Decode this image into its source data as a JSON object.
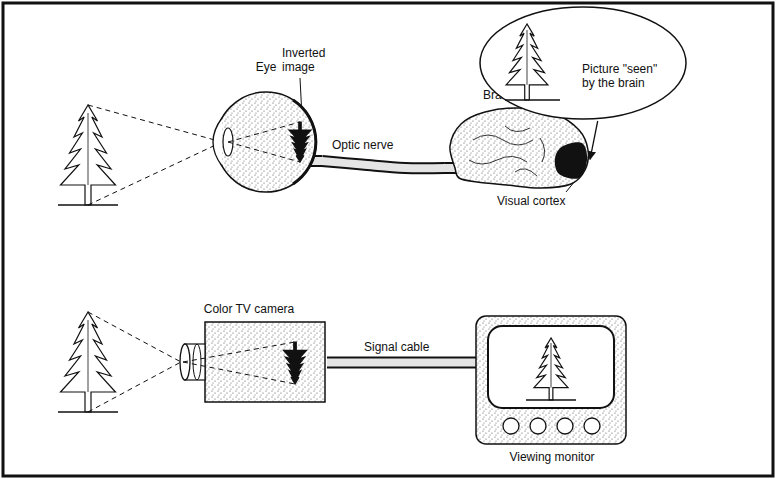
{
  "diagram": {
    "nodes": [
      {
        "text": [
          "Eye"
        ]
      },
      {
        "text": [
          "Brain"
        ]
      },
      {
        "text": [
          "Picture \"seen\" by the brain"
        ]
      },
      {
        "text": [
          "Color TV camera"
        ]
      },
      {
        "text": [
          "Viewing monitor"
        ]
      }
    ],
    "edges": [
      {
        "from": 0,
        "to": 1,
        "arrow": "none",
        "label": "Optic nerve"
      },
      {
        "from": 2,
        "to": 1,
        "arrow": "to"
      },
      {
        "from": 3,
        "to": 4,
        "arrow": "none",
        "label": "Signal cable"
      }
    ],
    "labels": [
      "Inverted image",
      "Visual cortex"
    ]
  }
}
